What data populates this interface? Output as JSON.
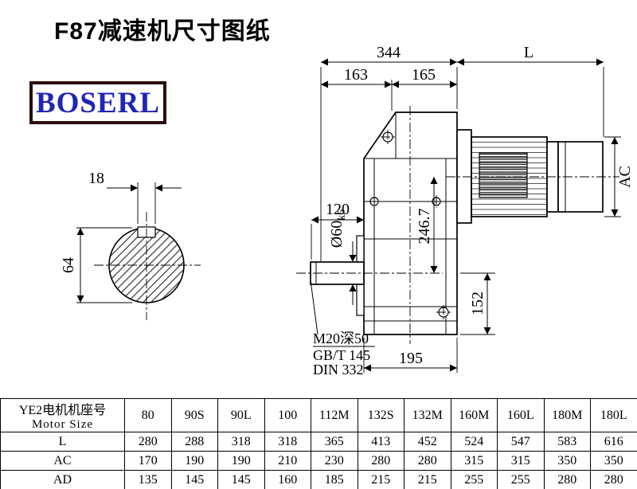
{
  "page": {
    "title": "F87减速机尺寸图纸",
    "logo_text": "BOSERL"
  },
  "drawing": {
    "dims": {
      "overall_depth": "344",
      "motor_length": "L",
      "depth_front": "163",
      "depth_rear": "165",
      "key_width": "18",
      "shaft_end_diameter": "64",
      "shaft_length": "120",
      "shaft_dia_prefix": "Ø60",
      "shaft_dia_tolerance": "k6",
      "axis_height": "246.7",
      "motor_diameter": "AC",
      "foot_offset": "152",
      "base_width": "195"
    },
    "notes": [
      "M20深50",
      "GB/T 145",
      "DIN 332"
    ]
  },
  "table": {
    "header_cn": "YE2电机机座号",
    "header_en": "Motor Size",
    "columns": [
      "80",
      "90S",
      "90L",
      "100",
      "112M",
      "132S",
      "132M",
      "160M",
      "160L",
      "180M",
      "180L"
    ],
    "rows": [
      {
        "label": "L",
        "values": [
          "280",
          "288",
          "318",
          "318",
          "365",
          "413",
          "452",
          "524",
          "547",
          "583",
          "616"
        ]
      },
      {
        "label": "AC",
        "values": [
          "170",
          "190",
          "190",
          "210",
          "230",
          "280",
          "280",
          "315",
          "315",
          "350",
          "350"
        ]
      },
      {
        "label": "AD",
        "values": [
          "135",
          "145",
          "145",
          "160",
          "185",
          "215",
          "215",
          "255",
          "255",
          "280",
          "280"
        ]
      }
    ]
  }
}
